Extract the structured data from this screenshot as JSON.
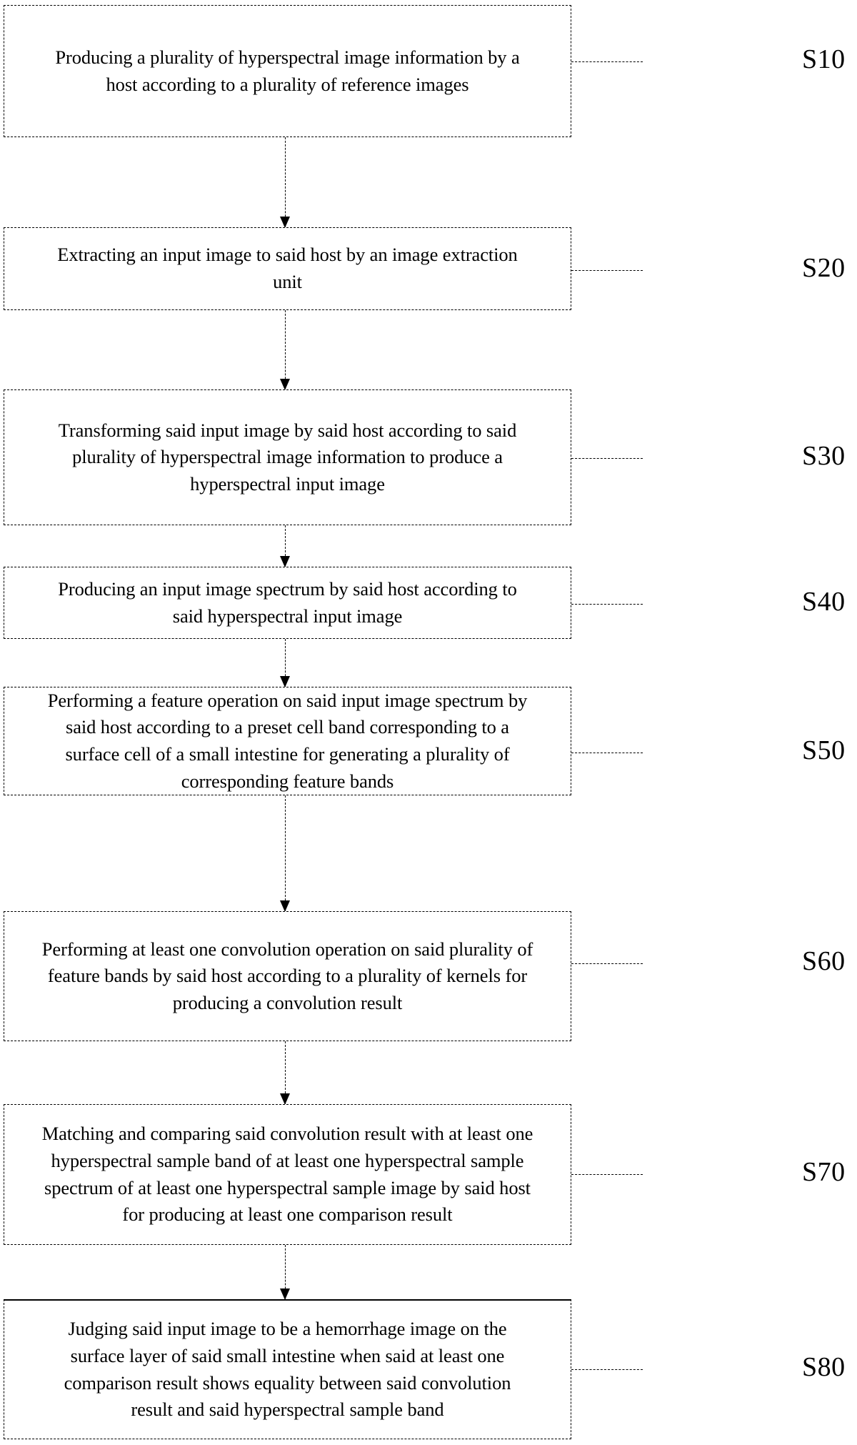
{
  "figure": {
    "type": "patent-method-flowchart",
    "orientation": "vertical",
    "box_border_style": "dashed",
    "connector_style": "dashed-line-with-solid-arrowhead",
    "ink_color": "#000000",
    "background_color": "#ffffff"
  },
  "steps": [
    {
      "ref": "S10",
      "text": "Producing a plurality of hyperspectral image information by a\nhost according to a plurality of reference images"
    },
    {
      "ref": "S20",
      "text": "Extracting an input image to said host by an image extraction\nunit"
    },
    {
      "ref": "S30",
      "text": "Transforming said input image by said host according to said\nplurality of hyperspectral image information to produce a\nhyperspectral input image"
    },
    {
      "ref": "S40",
      "text": "Producing an input image spectrum by said host according to\nsaid hyperspectral input image"
    },
    {
      "ref": "S50",
      "text": "Performing a feature operation on said input image spectrum by\nsaid host according to a preset cell band corresponding to a\nsurface cell of a small intestine for generating a plurality of\ncorresponding feature bands"
    },
    {
      "ref": "S60",
      "text": "Performing at least one convolution operation on said plurality of\nfeature bands by said host according to a plurality of kernels for\nproducing a convolution result"
    },
    {
      "ref": "S70",
      "text": "Matching and comparing said convolution result with at least one\nhyperspectral sample band of at least one hyperspectral sample\nspectrum of at least one hyperspectral sample image by said host\nfor producing at least one comparison result"
    },
    {
      "ref": "S80",
      "text": "Judging said input image to be a hemorrhage image on the\nsurface layer of said small intestine when said at least one\ncomparison result shows equality between said convolution\nresult and said hyperspectral sample band"
    }
  ]
}
